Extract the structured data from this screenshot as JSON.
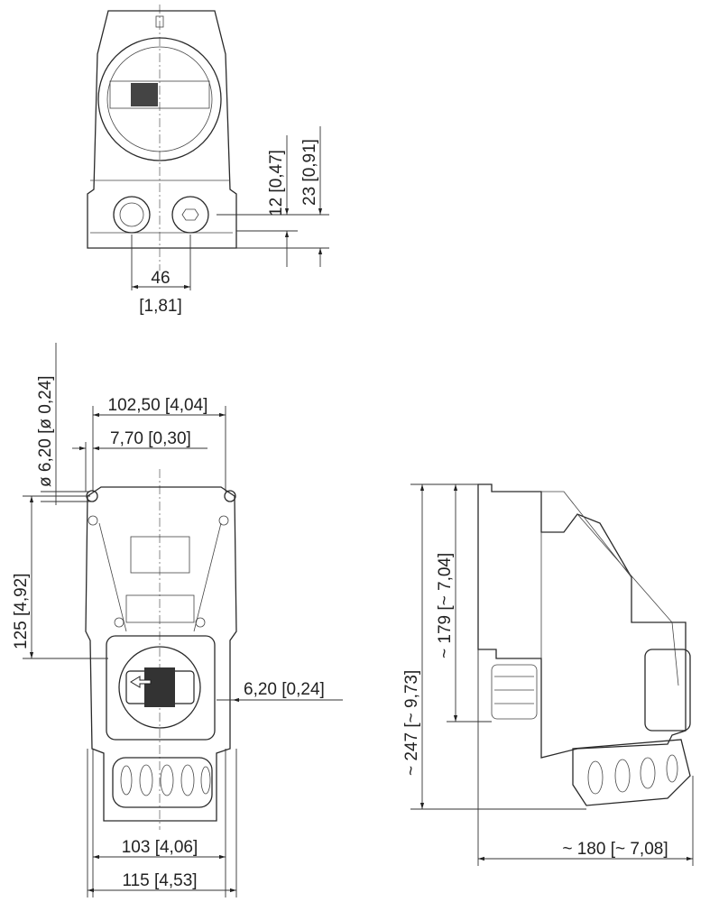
{
  "top_view": {
    "dim_height_small": "12 [0,47]",
    "dim_height_large": "23 [0,91]",
    "dim_spacing_mm": "46",
    "dim_spacing_in": "[1,81]"
  },
  "front_view": {
    "dim_hole_diameter": "ø 6,20 [ø 0,24]",
    "dim_hole_spacing": "102,50 [4,04]",
    "dim_hole_offset": "7,70 [0,30]",
    "dim_mount_height": "125 [4,92]",
    "dim_side_offset": "6,20 [0,24]",
    "dim_inner_width": "103 [4,06]",
    "dim_outer_width": "115 [4,53]"
  },
  "side_view": {
    "dim_total_height": "~ 247 [~ 9,73]",
    "dim_body_height": "~ 179 [~ 7,04]",
    "dim_depth": "~ 180 [~ 7,08]"
  }
}
